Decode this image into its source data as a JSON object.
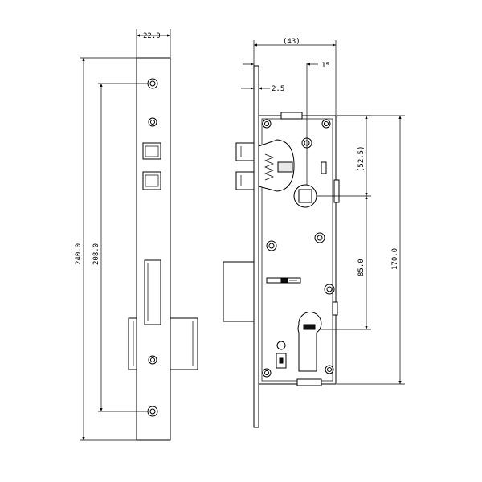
{
  "dimensions": {
    "faceplate_width": "22.0",
    "case_depth": "(43)",
    "backset_15": "15",
    "faceplate_thickness": "2.5",
    "total_height": "240.0",
    "screw_spacing": "208.0",
    "dim_52_5": "(52.5)",
    "centre_distance": "85.0",
    "case_height": "170.0"
  },
  "colors": {
    "line": "#000000",
    "background": "#ffffff"
  }
}
